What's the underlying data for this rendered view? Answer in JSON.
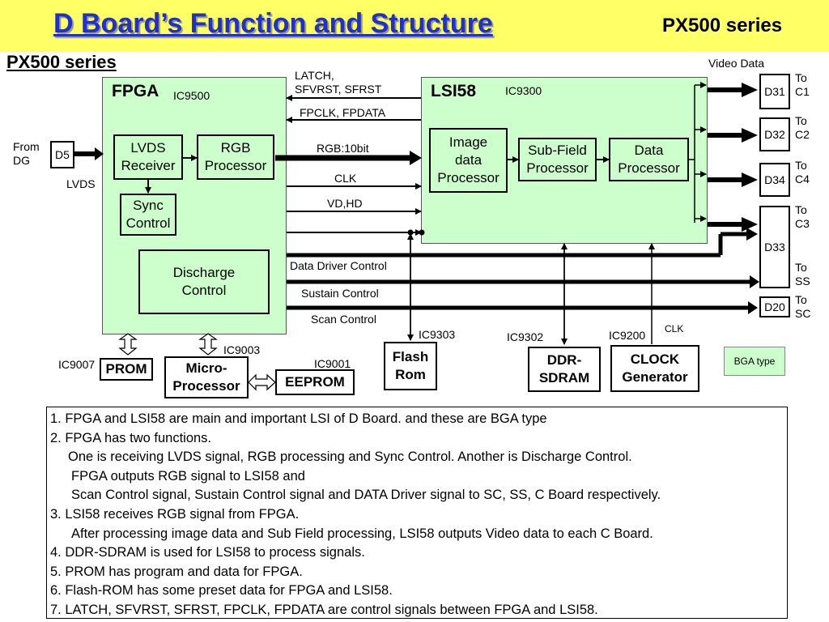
{
  "header": {
    "title": "D Board’s Function and Structure",
    "series": "PX500 series"
  },
  "subtitle": "PX500 series",
  "fpga": {
    "title": "FPGA",
    "ic": "IC9500",
    "lvds_receiver": "LVDS\nReceiver",
    "rgb_processor": "RGB\nProcessor",
    "sync_control": "Sync\nControl",
    "discharge_control": "Discharge\nControl"
  },
  "lsi": {
    "title": "LSI58",
    "ic": "IC9300",
    "image_processor": "Image\ndata\nProcessor",
    "subfield_processor": "Sub-Field\nProcessor",
    "data_processor": "Data\nProcessor"
  },
  "input": {
    "from": "From\nDG",
    "connector": "D5",
    "signal": "LVDS"
  },
  "signals": {
    "latch": "LATCH,\nSFVRST, SFRST",
    "fpclk": "FPCLK, FPDATA",
    "rgb": "RGB:10bit",
    "clk": "CLK",
    "vdhd": "VD,HD",
    "data_driver": "Data Driver Control",
    "sustain": "Sustain Control",
    "scan": "Scan Control",
    "video_data": "Video Data",
    "clock_clk": "CLK"
  },
  "connectors": [
    {
      "id": "D31",
      "to": "To\nC1"
    },
    {
      "id": "D32",
      "to": "To\nC2"
    },
    {
      "id": "D34",
      "to": "To\nC4"
    },
    {
      "id": "D33",
      "to": "To\nC3",
      "to2": "To\nSS"
    },
    {
      "id": "D20",
      "to": "To\nSC"
    }
  ],
  "chips": {
    "prom": {
      "label": "PROM",
      "ic": "IC9007"
    },
    "micro": {
      "label": "Micro-\nProcessor",
      "ic": "IC9003"
    },
    "eeprom": {
      "label": "EEPROM",
      "ic": "IC9001"
    },
    "flash": {
      "label": "Flash\nRom",
      "ic": "IC9303"
    },
    "ddr": {
      "label": "DDR-\nSDRAM",
      "ic": "IC9302"
    },
    "clock": {
      "label": "CLOCK\nGenerator",
      "ic": "IC9200"
    }
  },
  "bga_label": "BGA type",
  "notes": [
    "1. FPGA and LSI58 are main and important LSI of D Board. and these are BGA type",
    "2. FPGA has two functions.",
    "   One is receiving LVDS signal, RGB processing and Sync Control. Another is Discharge Control.",
    "    FPGA outputs RGB signal to LSI58 and",
    "    Scan Control signal, Sustain Control signal and DATA Driver signal to SC, SS, C Board respectively.",
    "3. LSI58 receives RGB signal from FPGA.",
    "    After processing image data and Sub Field processing, LSI58 outputs Video data to each C Board.",
    "4. DDR-SDRAM is used for LSI58 to process signals.",
    "5. PROM has program and data for FPGA.",
    "6. Flash-ROM has some preset data for FPGA and LSI58.",
    "7. LATCH, SFVRST, SFRST, FPCLK, FPDATA are control signals between FPGA and LSI58."
  ],
  "colors": {
    "header_bg": "#ffff66",
    "title": "#1f2fd0",
    "block_fill": "#ccffcc"
  }
}
